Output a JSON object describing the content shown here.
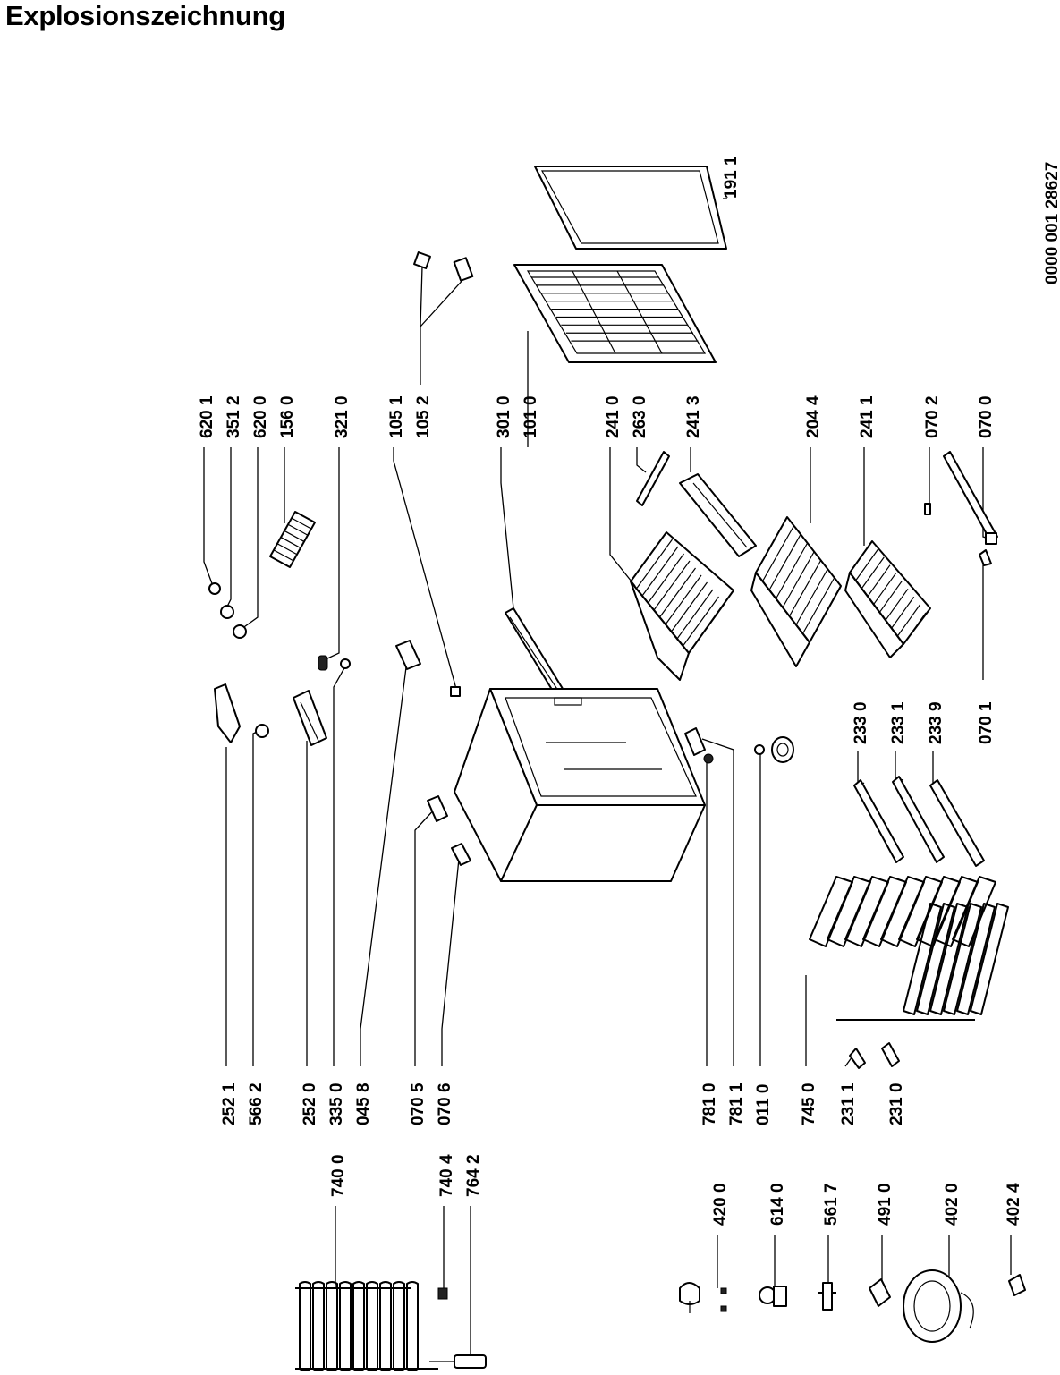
{
  "title": "Explosionszeichnung",
  "document_number": "0000 001 28627",
  "part_labels": {
    "l6201": "620 1",
    "l3512": "351 2",
    "l6200": "620 0",
    "l1560": "156 0",
    "l3210": "321 0",
    "l1051": "105 1",
    "l1052": "105 2",
    "l3010": "301 0",
    "l1010": "101 0",
    "l2410": "241 0",
    "l2630": "263 0",
    "l2413": "241 3",
    "l2044": "204 4",
    "l2411": "241 1",
    "l0702": "070 2",
    "l0700": "070 0",
    "l1911": "191 1",
    "l2330": "233 0",
    "l2331": "233 1",
    "l2339": "233 9",
    "l0701": "070 1",
    "l2521": "252 1",
    "l5662": "566 2",
    "l2520": "252 0",
    "l3350": "335 0",
    "l0458": "045 8",
    "l0705": "070 5",
    "l0706": "070 6",
    "l7810": "781 0",
    "l7811": "781 1",
    "l0110": "011 0",
    "l7450": "745 0",
    "l2311": "231 1",
    "l2310": "231 0",
    "l7400": "740 0",
    "l7404": "740 4",
    "l7642": "764 2",
    "l4200": "420 0",
    "l6140": "614 0",
    "l5617": "561 7",
    "l4910": "491 0",
    "l4020": "402 0",
    "l4024": "402 4"
  }
}
